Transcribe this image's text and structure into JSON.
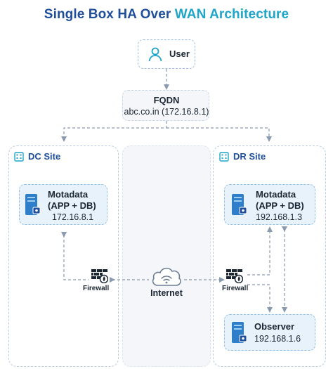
{
  "title": {
    "part1": "Single Box HA Over ",
    "part2": "WAN Architecture"
  },
  "user": {
    "label": "User"
  },
  "fqdn": {
    "label": "FQDN",
    "value": "abc.co.in (172.16.8.1)"
  },
  "dc_site": {
    "label": "DC Site",
    "server": {
      "name_line1": "Motadata",
      "name_line2": "(APP + DB)",
      "ip": "172.16.8.1"
    },
    "firewall": "Firewall"
  },
  "dr_site": {
    "label": "DR Site",
    "server": {
      "name_line1": "Motadata",
      "name_line2": "(APP + DB)",
      "ip": "192.168.1.3"
    },
    "firewall": "Firewall",
    "observer": {
      "name": "Observer",
      "ip": "192.168.1.6"
    }
  },
  "internet": {
    "label": "Internet"
  },
  "colors": {
    "title_dark": "#1f4e9a",
    "title_accent": "#1ea5c9",
    "server_bg": "#e7f2fb",
    "connector": "#8a9bb0"
  }
}
